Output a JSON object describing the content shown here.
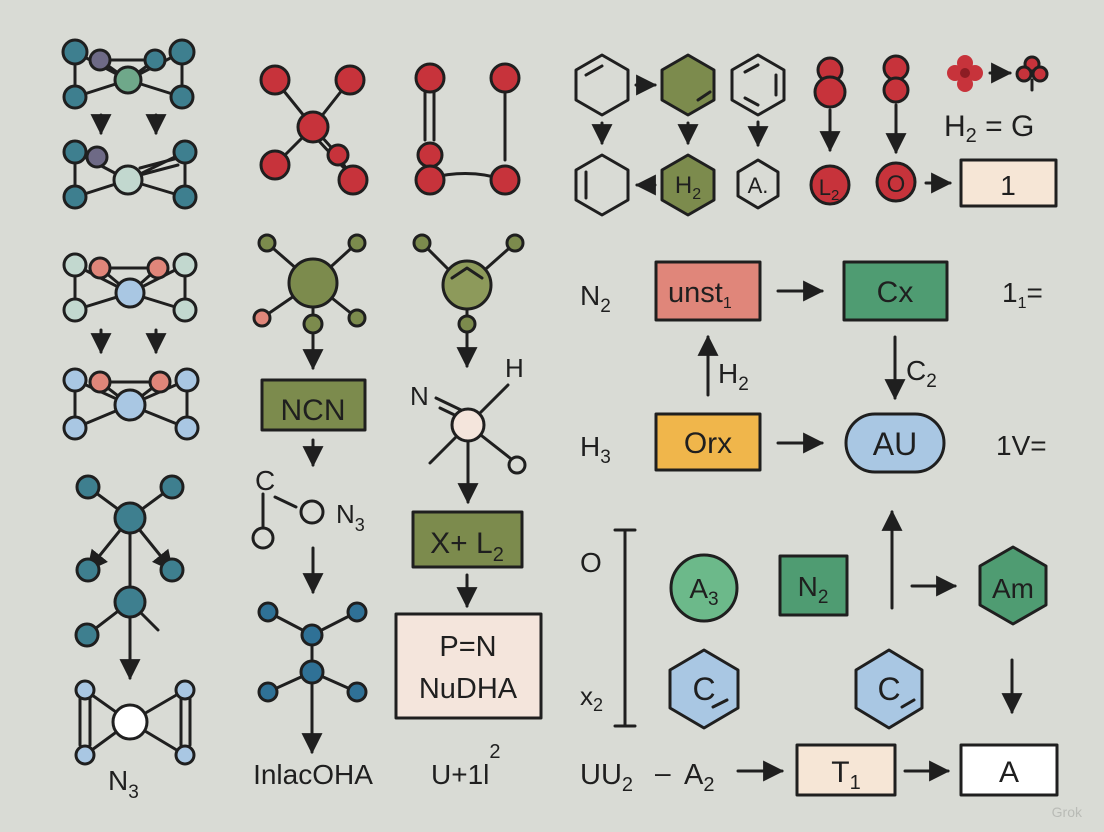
{
  "colors": {
    "background": "#d9dbd5",
    "stroke": "#1f1f1f",
    "teal": "#3e7f8f",
    "sage": "#6fa88a",
    "slate": "#6e6a86",
    "mint": "#c2d8cf",
    "salmon": "#e0867a",
    "light_blue": "#a9c7e3",
    "crimson": "#c7333b",
    "olive": "#7c8b4d",
    "olive_light": "#8d9a5b",
    "cream": "#f4e5dc",
    "steel": "#2f7196",
    "amber": "#f0b64b",
    "green": "#4f9c72",
    "green_light": "#6cb98a",
    "beige": "#f6e6d6",
    "white": "#ffffff"
  },
  "labels": {
    "ncn": "NCN",
    "c_atom": "C",
    "n3_mid": "N",
    "n3_mid_sub": "3",
    "inlacoha": "InlacOHA",
    "n3_bottom": "N",
    "n3_bottom_sub": "3",
    "n_atom": "N",
    "h_atom": "H",
    "xl2": "X+ L",
    "xl2_sub": "2",
    "pn_line1": "P=N",
    "pn_line2": "NuDHA",
    "u11": "U+1l",
    "u11_sup": "2",
    "hex_h2": "H",
    "hex_h2_sub": "2",
    "hex_a": "A.",
    "red_l2": "L",
    "red_l2_sub": "2",
    "red_o": "O",
    "box_1": "1",
    "h2g": "H",
    "h2g_sub": "2",
    "h2g_rest": " = G",
    "n2_left": "N",
    "n2_left_sub": "2",
    "unst": "unst",
    "unst_sub": "1",
    "cx": "Cx",
    "one1": "1",
    "one1_sub": "1",
    "one1_eq": "=",
    "h2_arrow": "H",
    "h2_arrow_sub": "2",
    "c2_arrow": "C",
    "c2_arrow_sub": "2",
    "h3": "H",
    "h3_sub": "3",
    "orx": "Orx",
    "au": "AU",
    "onev": "1V=",
    "o_left": "O",
    "x2": "x",
    "x2_sub": "2",
    "a3": "A",
    "a3_sub": "3",
    "n2_box": "N",
    "n2_box_sub": "2",
    "am": "Am",
    "c_hex1": "C",
    "c_hex2": "C",
    "uu2": "UU",
    "uu2_sub": "2",
    "dash": "–",
    "a2": "A",
    "a2_sub": "2",
    "t1": "T",
    "t1_sub": "1",
    "a_box": "A",
    "watermark": "Grok"
  }
}
